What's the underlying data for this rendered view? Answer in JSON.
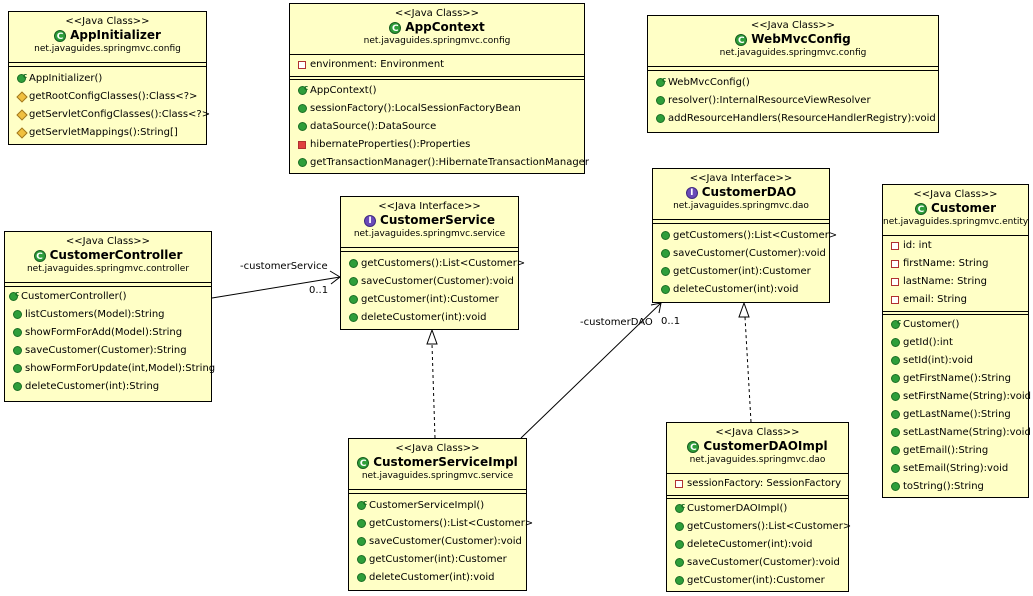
{
  "classes": {
    "app_initializer": {
      "stereotype": "<<Java Class>>",
      "name": "AppInitializer",
      "package": "net.javaguides.springmvc.config",
      "methods": [
        "AppInitializer()",
        "getRootConfigClasses():Class<?>",
        "getServletConfigClasses():Class<?>",
        "getServletMappings():String[]"
      ]
    },
    "app_context": {
      "stereotype": "<<Java Class>>",
      "name": "AppContext",
      "package": "net.javaguides.springmvc.config",
      "fields": [
        "environment: Environment"
      ],
      "methods": [
        "AppContext()",
        "sessionFactory():LocalSessionFactoryBean",
        "dataSource():DataSource",
        "hibernateProperties():Properties",
        "getTransactionManager():HibernateTransactionManager"
      ]
    },
    "web_mvc_config": {
      "stereotype": "<<Java Class>>",
      "name": "WebMvcConfig",
      "package": "net.javaguides.springmvc.config",
      "methods": [
        "WebMvcConfig()",
        "resolver():InternalResourceViewResolver",
        "addResourceHandlers(ResourceHandlerRegistry):void"
      ]
    },
    "customer_controller": {
      "stereotype": "<<Java Class>>",
      "name": "CustomerController",
      "package": "net.javaguides.springmvc.controller",
      "methods": [
        "CustomerController()",
        "listCustomers(Model):String",
        "showFormForAdd(Model):String",
        "saveCustomer(Customer):String",
        "showFormForUpdate(int,Model):String",
        "deleteCustomer(int):String"
      ]
    },
    "customer_service": {
      "stereotype": "<<Java Interface>>",
      "name": "CustomerService",
      "package": "net.javaguides.springmvc.service",
      "methods": [
        "getCustomers():List<Customer>",
        "saveCustomer(Customer):void",
        "getCustomer(int):Customer",
        "deleteCustomer(int):void"
      ]
    },
    "customer_dao": {
      "stereotype": "<<Java Interface>>",
      "name": "CustomerDAO",
      "package": "net.javaguides.springmvc.dao",
      "methods": [
        "getCustomers():List<Customer>",
        "saveCustomer(Customer):void",
        "getCustomer(int):Customer",
        "deleteCustomer(int):void"
      ]
    },
    "customer": {
      "stereotype": "<<Java Class>>",
      "name": "Customer",
      "package": "net.javaguides.springmvc.entity",
      "fields": [
        "id: int",
        "firstName: String",
        "lastName: String",
        "email: String"
      ],
      "methods": [
        "Customer()",
        "getId():int",
        "setId(int):void",
        "getFirstName():String",
        "setFirstName(String):void",
        "getLastName():String",
        "setLastName(String):void",
        "getEmail():String",
        "setEmail(String):void",
        "toString():String"
      ]
    },
    "customer_service_impl": {
      "stereotype": "<<Java Class>>",
      "name": "CustomerServiceImpl",
      "package": "net.javaguides.springmvc.service",
      "methods": [
        "CustomerServiceImpl()",
        "getCustomers():List<Customer>",
        "saveCustomer(Customer):void",
        "getCustomer(int):Customer",
        "deleteCustomer(int):void"
      ]
    },
    "customer_dao_impl": {
      "stereotype": "<<Java Class>>",
      "name": "CustomerDAOImpl",
      "package": "net.javaguides.springmvc.dao",
      "fields": [
        "sessionFactory: SessionFactory"
      ],
      "methods": [
        "CustomerDAOImpl()",
        "getCustomers():List<Customer>",
        "deleteCustomer(int):void",
        "saveCustomer(Customer):void",
        "getCustomer(int):Customer"
      ]
    }
  },
  "associations": {
    "controller_to_service": {
      "role": "-customerService",
      "multiplicity": "0..1"
    },
    "service_impl_to_dao": {
      "role": "-customerDAO",
      "multiplicity": "0..1"
    }
  },
  "colors": {
    "box_fill": "#ffffc6",
    "class_icon": "#2e9e3a",
    "interface_icon": "#6a4ab8"
  }
}
